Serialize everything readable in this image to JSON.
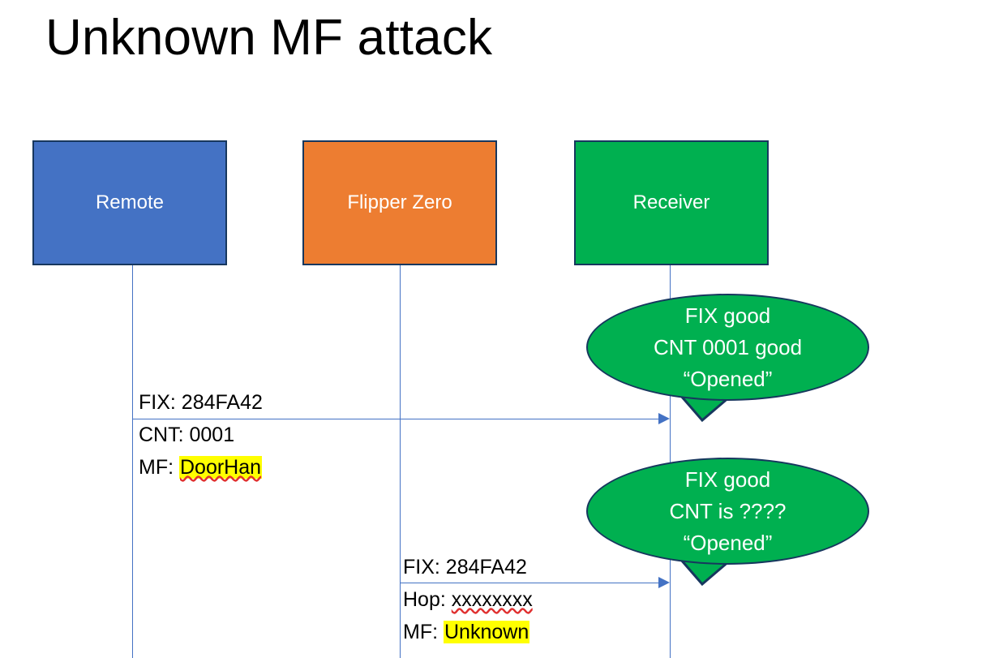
{
  "slide": {
    "title": "Unknown MF attack"
  },
  "colors": {
    "remote": "#4472C4",
    "flipper": "#ED7D31",
    "receiver": "#00B050",
    "box_border": "#17375E",
    "lifeline": "#4472C4",
    "arrow": "#4472C4",
    "bubble_fill": "#00B050",
    "bubble_border": "#17375E",
    "highlight": "#FFFF00",
    "text": "#000000",
    "bubble_text": "#FFFFFF"
  },
  "actors": [
    {
      "id": "remote",
      "label": "Remote"
    },
    {
      "id": "flipper",
      "label": "Flipper Zero"
    },
    {
      "id": "receiver",
      "label": "Receiver"
    }
  ],
  "messages": [
    {
      "id": "msg1",
      "from": "remote",
      "to": "receiver",
      "lines": [
        {
          "label": "FIX: ",
          "value": "284FA42",
          "highlight": false,
          "spellcheck_underline": false
        },
        {
          "label": "CNT: ",
          "value": "0001",
          "highlight": false,
          "spellcheck_underline": false
        },
        {
          "label": "MF: ",
          "value": "DoorHan",
          "highlight": true,
          "spellcheck_underline": true
        }
      ]
    },
    {
      "id": "msg2",
      "from": "flipper",
      "to": "receiver",
      "lines": [
        {
          "label": "FIX: ",
          "value": "284FA42",
          "highlight": false,
          "spellcheck_underline": false
        },
        {
          "label": "Hop: ",
          "value": "xxxxxxxx",
          "highlight": false,
          "spellcheck_underline": true
        },
        {
          "label": "MF: ",
          "value": "Unknown",
          "highlight": true,
          "spellcheck_underline": false
        }
      ]
    }
  ],
  "bubbles": [
    {
      "id": "bubble1",
      "owner": "receiver",
      "lines": [
        "FIX good",
        "CNT 0001 good",
        "“Opened”"
      ]
    },
    {
      "id": "bubble2",
      "owner": "receiver",
      "lines": [
        "FIX good",
        "CNT is ????",
        "“Opened”"
      ]
    }
  ]
}
